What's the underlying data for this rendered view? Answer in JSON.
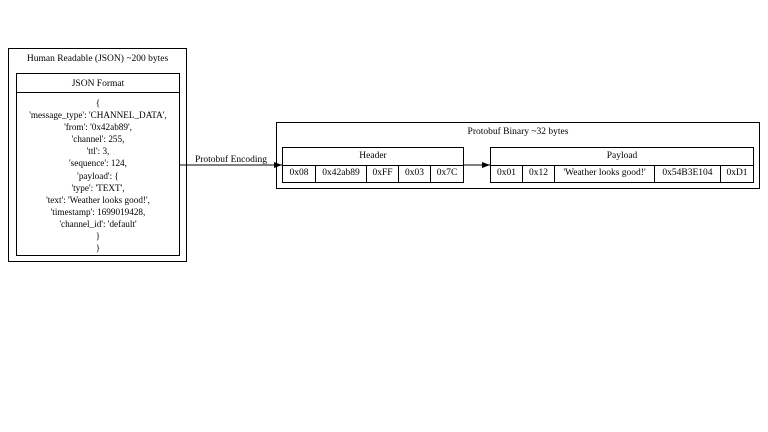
{
  "json_cluster": {
    "title": "Human Readable (JSON) ~200 bytes",
    "header": "JSON Format",
    "lines": [
      "{",
      "'message_type': 'CHANNEL_DATA',",
      "'from': '0x42ab89',",
      "'channel': 255,",
      "'ttl': 3,",
      "'sequence': 124,",
      "'payload': {",
      "'type': 'TEXT',",
      "'text': 'Weather looks good!',",
      "'timestamp': 1699019428,",
      "'channel_id': 'default'",
      "}",
      "}"
    ]
  },
  "edge_label": "Protobuf Encoding",
  "proto_cluster": {
    "title": "Protobuf Binary ~32 bytes",
    "header_table": {
      "title": "Header",
      "cells": [
        "0x08",
        "0x42ab89",
        "0xFF",
        "0x03",
        "0x7C"
      ]
    },
    "payload_table": {
      "title": "Payload",
      "cells": [
        "0x01",
        "0x12",
        "'Weather looks good!'",
        "0x54B3E104",
        "0xD1"
      ]
    }
  }
}
